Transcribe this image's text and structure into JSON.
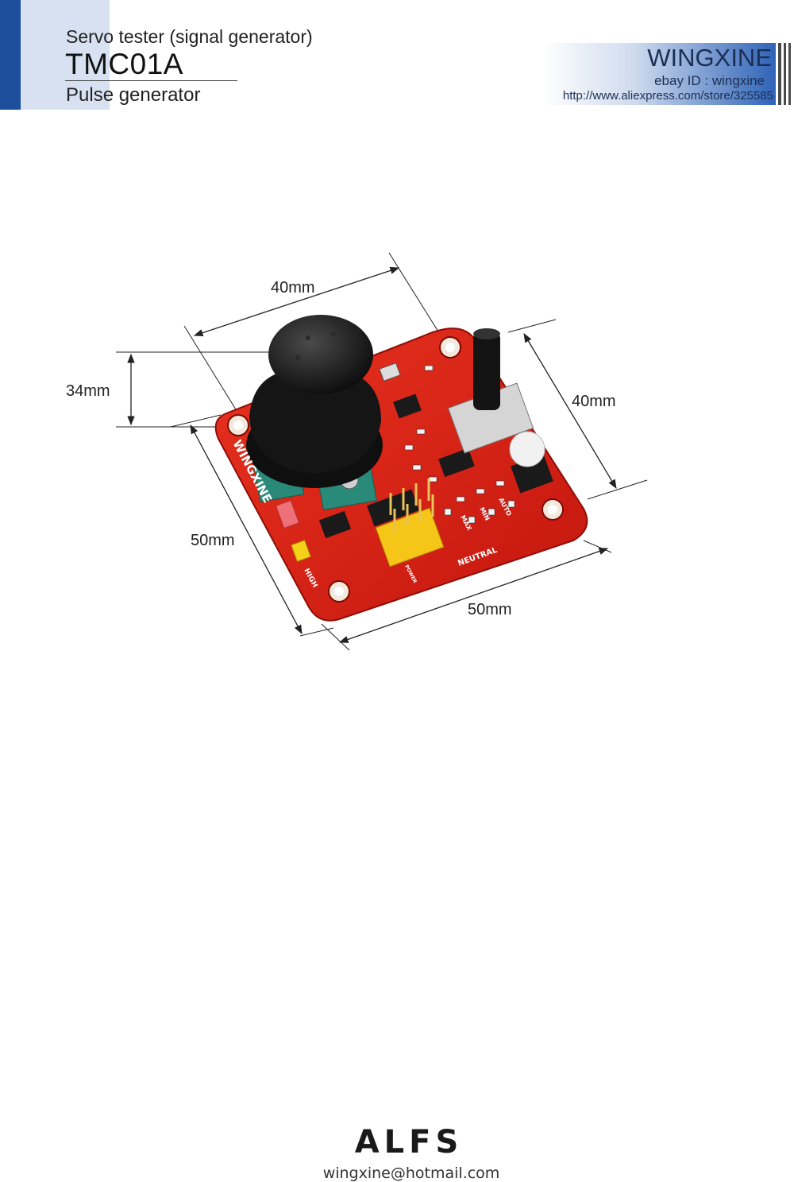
{
  "header": {
    "subtitle": "Servo tester (signal generator)",
    "model": "TMC01A",
    "tagline": "Pulse generator",
    "accent_color": "#1d4f9c"
  },
  "brand": {
    "name": "WINGXINE",
    "ebay": "ebay ID : wingxine",
    "url": "http://www.aliexpress.com/store/325585"
  },
  "dimensions": {
    "top_width": "40mm",
    "height": "34mm",
    "right_depth": "40mm",
    "left_length": "50mm",
    "bottom_length": "50mm"
  },
  "board": {
    "silkscreen_brand": "WINGXINE",
    "label_high": "HIGH",
    "label_neutral": "NEUTRAL",
    "label_max": "MAX",
    "label_min": "MIN",
    "label_auto": "AUTO",
    "label_power": "POWER",
    "pcb_color": "#d42016"
  },
  "footer": {
    "logo": "ALFS",
    "email": "wingxine@hotmail.com"
  }
}
